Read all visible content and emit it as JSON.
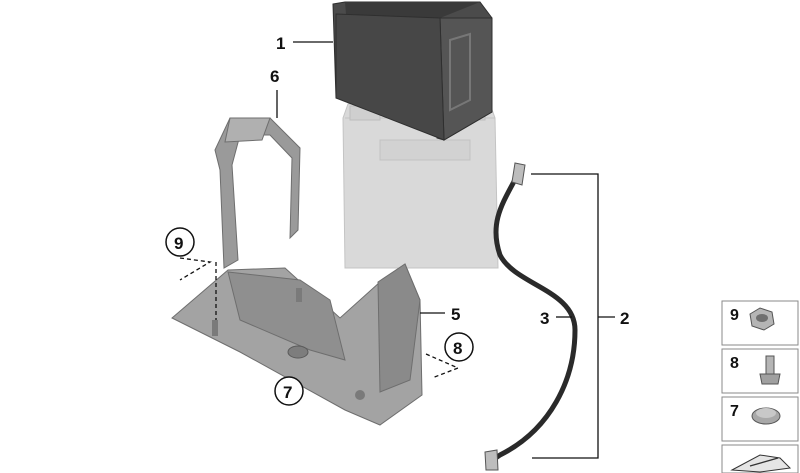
{
  "callouts": [
    {
      "id": "1",
      "label": "1"
    },
    {
      "id": "2",
      "label": "2"
    },
    {
      "id": "3",
      "label": "3"
    },
    {
      "id": "5",
      "label": "5"
    },
    {
      "id": "6",
      "label": "6"
    },
    {
      "id": "7",
      "label": "7"
    },
    {
      "id": "8",
      "label": "8"
    },
    {
      "id": "9",
      "label": "9"
    }
  ],
  "legend": [
    {
      "label": "9",
      "icon": "hex-nut-icon"
    },
    {
      "label": "8",
      "icon": "stud-bolt-icon"
    },
    {
      "label": "7",
      "icon": "plug-cap-icon"
    },
    {
      "label": "",
      "icon": "catalog-arrow-icon"
    }
  ],
  "colors": {
    "battery_box": "#4b4b4b",
    "battery_box_dark": "#2f2f2f",
    "battery_ghost": "#d9d9d9",
    "bracket": "#9a9a9a",
    "bracket_dark": "#6e6e6e",
    "cable": "#2a2a2a",
    "legend_border": "#8a8a8a",
    "legend_bg": "#ffffff"
  }
}
